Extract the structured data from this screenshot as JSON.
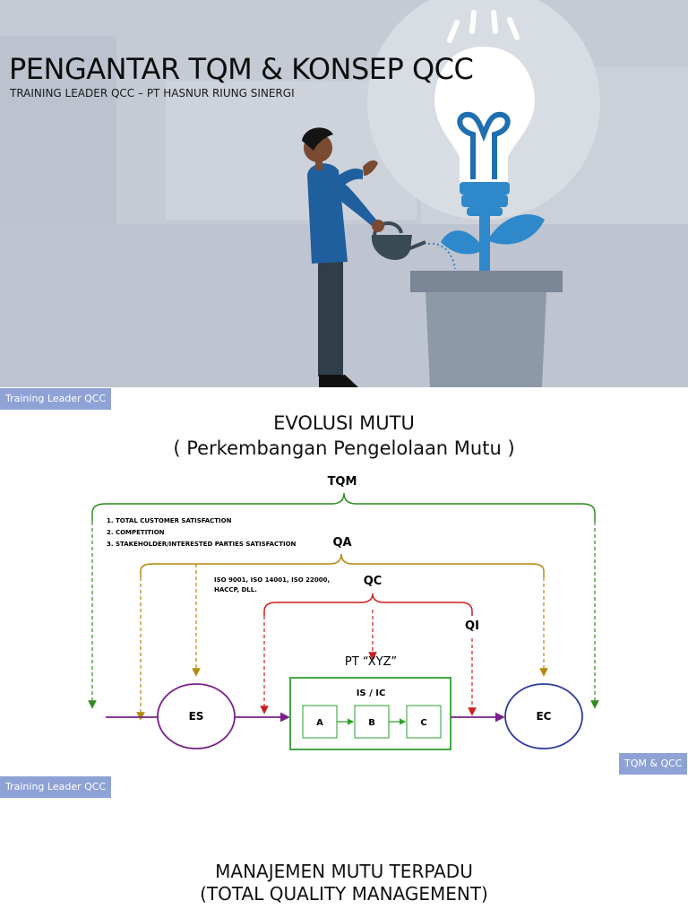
{
  "slide1": {
    "title": "PENGANTAR TQM & KONSEP QCC",
    "subtitle": "TRAINING LEADER QCC – PT HASNUR RIUNG SINERGI"
  },
  "slide2": {
    "footer_left": "Training Leader QCC",
    "title_line1": "EVOLUSI MUTU",
    "title_line2": "( Perkembangan Pengelolaan Mutu )",
    "footer_right": "TQM & QCC",
    "diagram": {
      "tqm_label": "TQM",
      "tqm_points": [
        "1.  TOTAL CUSTOMER SATISFACTION",
        "2.  COMPETITION",
        "3.  STAKEHOLDER/INTERESTED PARTIES SATISFACTION"
      ],
      "qa_label": "QA",
      "iso_line1": "ISO 9001, ISO 14001, ISO 22000,",
      "iso_line2": "HACCP,  DLL.",
      "qc_label": "QC",
      "qi_label": "QI",
      "company_label": "PT “XYZ”",
      "is_ic_label": "IS / IC",
      "es_label": "ES",
      "ec_label": "EC",
      "box_a": "A",
      "box_b": "B",
      "box_c": "C",
      "colors": {
        "tqm": "#2e8b1e",
        "qa": "#b8860b",
        "qc": "#cc1f1f",
        "process": "#7a1f8a",
        "company": "#2e9e2e",
        "ec": "#2e3a9e"
      }
    }
  },
  "slide3": {
    "footer_left": "Training Leader QCC",
    "title_line1": "MANAJEMEN MUTU TERPADU",
    "title_line2": "(TOTAL QUALITY MANAGEMENT)"
  }
}
